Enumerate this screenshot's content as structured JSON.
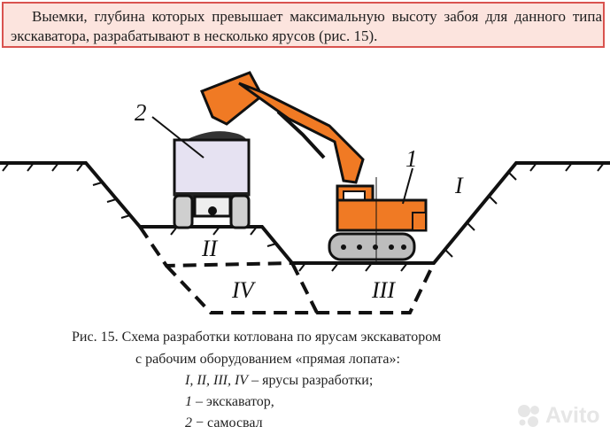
{
  "intro_text": "Выемки, глубина которых превышает максимальную высоту забоя для данного типа экскаватора, разрабатывают в несколько ярусов (рис. 15).",
  "diagram": {
    "label_dump_truck": "2",
    "label_excavator": "1",
    "tier_1": "I",
    "tier_2": "II",
    "tier_3": "III",
    "tier_4": "IV",
    "excavator_color": "#f07a24",
    "truck_body_color": "#e6e2f2"
  },
  "caption": {
    "line1": "Рис. 15. Схема разработки котлована по ярусам экскаватором",
    "line2": "с рабочим оборудованием «прямая лопата»:",
    "tiers_list": "I, II, III, IV",
    "tiers_text": " – ярусы разработки;",
    "item1_num": "1",
    "item1_text": " – экскаватор,",
    "item2_num": "2",
    "item2_text": " − самосвал"
  },
  "watermark": {
    "text": "Avito"
  }
}
